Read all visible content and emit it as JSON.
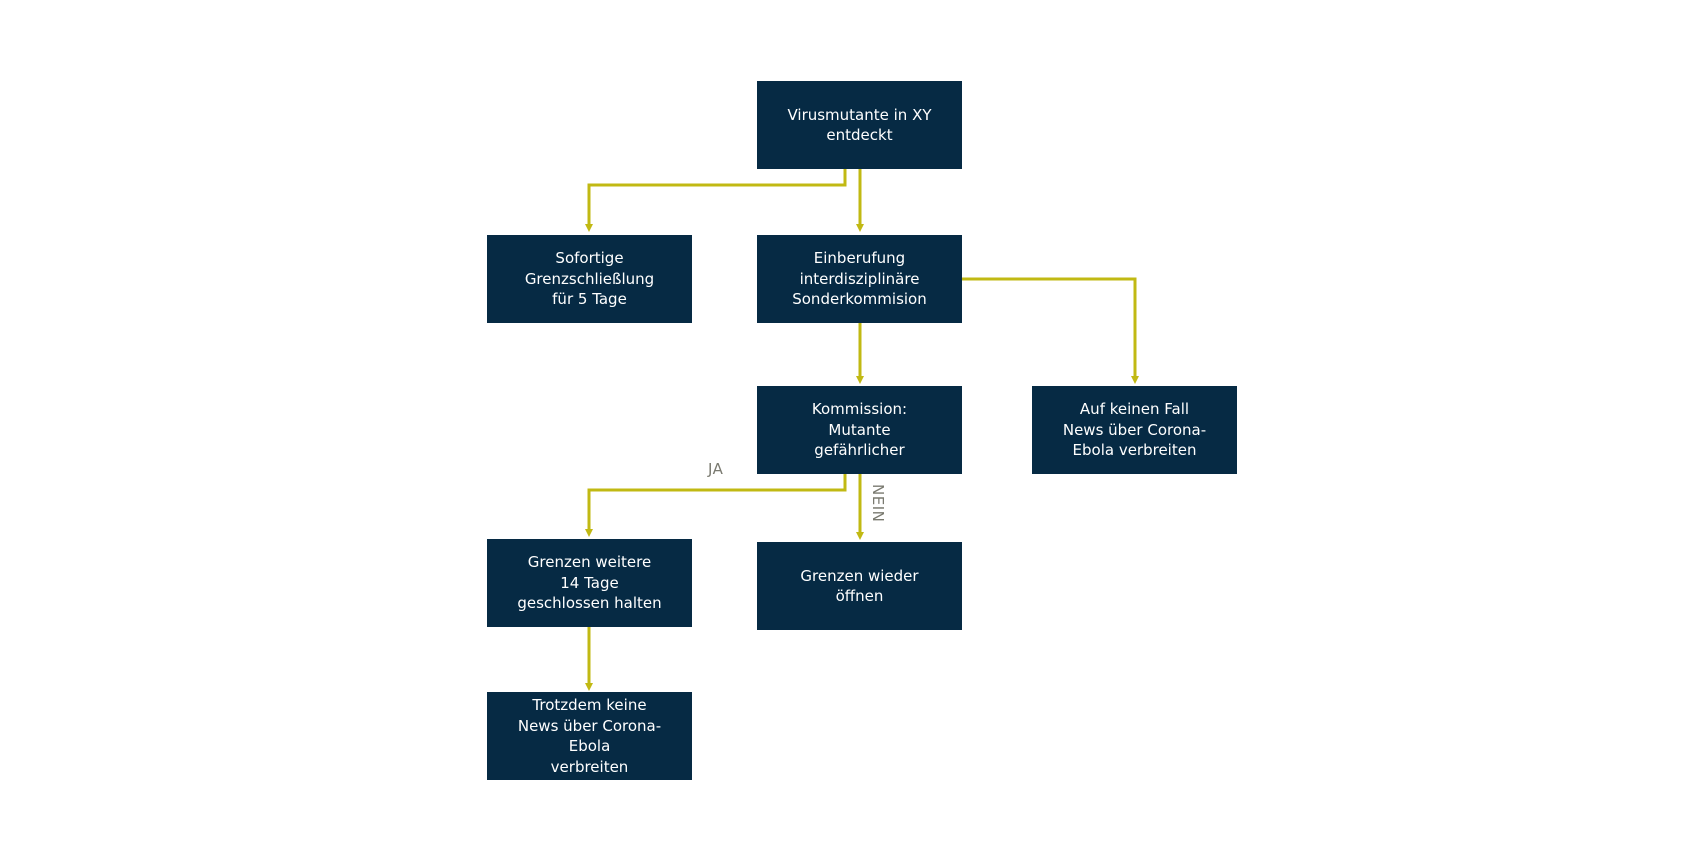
{
  "colors": {
    "box_fill": "#062a44",
    "box_text": "#ffffff",
    "connector": "#c1b913",
    "edge_label": "#7a7a70",
    "background": "#ffffff"
  },
  "nodes": {
    "virusmutante": "Virusmutante in XY\nentdeckt",
    "grenzschliessung": "Sofortige\nGrenzschließlung\nfür 5 Tage",
    "einberufung": "Einberufung\ninterdisziplinäre\nSonderkommision",
    "kommission": "Kommission:\nMutante\ngefährlicher",
    "news_verbreiten": "Auf keinen Fall\nNews über Corona-\nEbola verbreiten",
    "grenzen_weitere": "Grenzen weitere\n14 Tage\ngeschlossen halten",
    "grenzen_oeffnen": "Grenzen wieder\nöffnen",
    "trotzdem": "Trotzdem keine\nNews über Corona-\nEbola\nverbreiten"
  },
  "edge_labels": {
    "ja": "JA",
    "nein": "NEIN"
  }
}
